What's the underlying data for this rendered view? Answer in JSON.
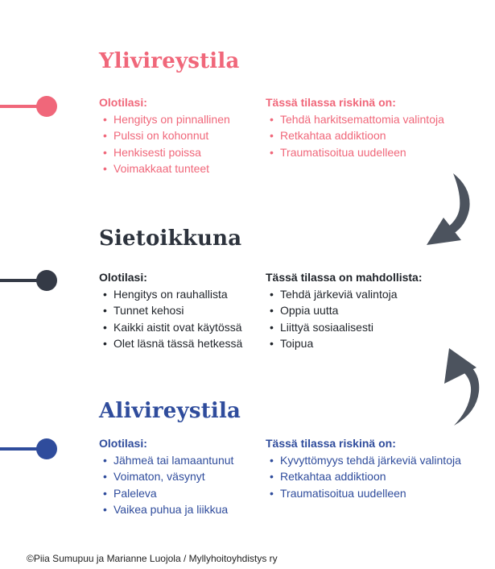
{
  "colors": {
    "hyper": "#f0677a",
    "window": "#343a46",
    "hypo": "#2f4c9c",
    "arrow": "#4c535e"
  },
  "sections": [
    {
      "title": "Ylivireystila",
      "left_heading": "Olotilasi:",
      "left_items": [
        "Hengitys on pinnallinen",
        "Pulssi on kohonnut",
        "Henkisesti poissa",
        "Voimakkaat tunteet"
      ],
      "right_heading": "Tässä tilassa riskinä on:",
      "right_items": [
        "Tehdä harkitsemattomia valintoja",
        "Retkahtaa addiktioon",
        "Traumatisoitua uudelleen"
      ]
    },
    {
      "title": "Sietoikkuna",
      "left_heading": "Olotilasi:",
      "left_items": [
        "Hengitys on rauhallista",
        "Tunnet kehosi",
        "Kaikki aistit ovat käytössä",
        "Olet läsnä tässä hetkessä"
      ],
      "right_heading": "Tässä tilassa on mahdollista:",
      "right_items": [
        "Tehdä järkeviä valintoja",
        "Oppia uutta",
        "Liittyä sosiaalisesti",
        "Toipua"
      ]
    },
    {
      "title": "Alivireystila",
      "left_heading": "Olotilasi:",
      "left_items": [
        "Jähmeä tai lamaantunut",
        "Voimaton, väsynyt",
        "Paleleva",
        "Vaikea puhua ja liikkua"
      ],
      "right_heading": "Tässä tilassa riskinä on:",
      "right_items": [
        "Kyvyttömyys tehdä järkeviä valintoja",
        "Retkahtaa addiktioon",
        "Traumatisoitua uudelleen"
      ]
    }
  ],
  "footer": "©Piia Sumupuu ja Marianne Luojola / Myllyhoitoyhdistys ry"
}
